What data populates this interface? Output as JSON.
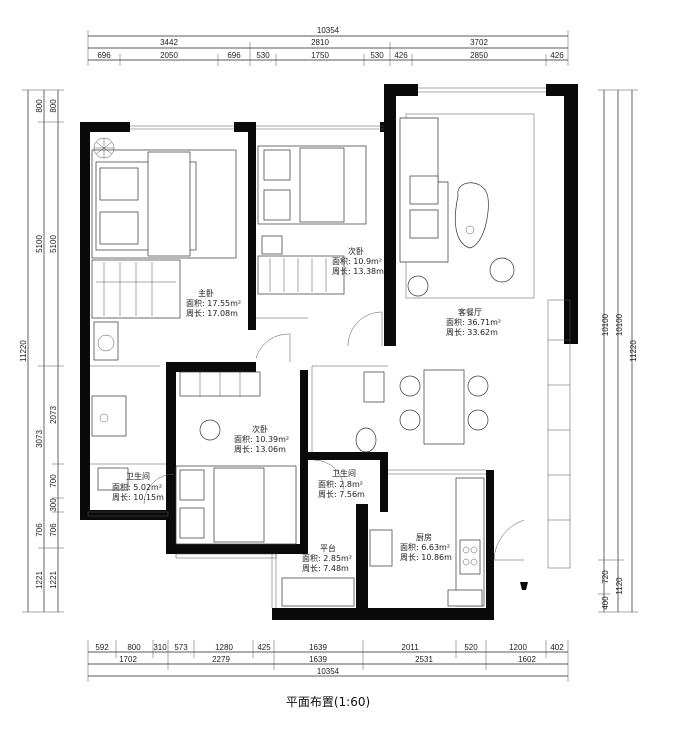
{
  "caption": "平面布置(1:60)",
  "dims": {
    "top_total": "10354",
    "top_mid": [
      "3442",
      "2810",
      "3702"
    ],
    "top_small": [
      "696",
      "2050",
      "696",
      "530",
      "1750",
      "530",
      "426",
      "2850",
      "426"
    ],
    "bottom_small": [
      "592",
      "800",
      "310",
      "573",
      "1280",
      "425",
      "1639",
      "2011",
      "520",
      "1200",
      "402"
    ],
    "bottom_mid": [
      "1702",
      "2279",
      "1639",
      "2531",
      "1602"
    ],
    "bottom_total": "10354",
    "left_inner": [
      "800",
      "5100",
      "2073",
      "700",
      "300",
      "706",
      "1221"
    ],
    "left_outer": [
      "800",
      "5100",
      "3073",
      "706",
      "1221"
    ],
    "left_total": "11220",
    "right_inner": [
      "10100",
      "720",
      "400"
    ],
    "right_outer": [
      "10100",
      "1120"
    ],
    "right_total": "11220"
  },
  "rooms": [
    {
      "name": "主卧",
      "area": "面积: 17.55m²",
      "perimeter": "周长: 17.08m"
    },
    {
      "name": "次卧",
      "area": "面积: 10.9m²",
      "perimeter": "周长: 13.38m"
    },
    {
      "name": "客餐厅",
      "area": "面积: 36.71m²",
      "perimeter": "周长: 33.62m"
    },
    {
      "name": "次卧",
      "area": "面积: 10.39m²",
      "perimeter": "周长: 13.06m"
    },
    {
      "name": "卫生间",
      "area": "面积: 5.02m²",
      "perimeter": "周长: 10.15m"
    },
    {
      "name": "卫生间",
      "area": "面积: 2.8m²",
      "perimeter": "周长: 7.56m"
    },
    {
      "name": "厨房",
      "area": "面积: 6.63m²",
      "perimeter": "周长: 10.86m"
    },
    {
      "name": "平台",
      "area": "面积: 2.85m²",
      "perimeter": "周长: 7.48m"
    }
  ]
}
